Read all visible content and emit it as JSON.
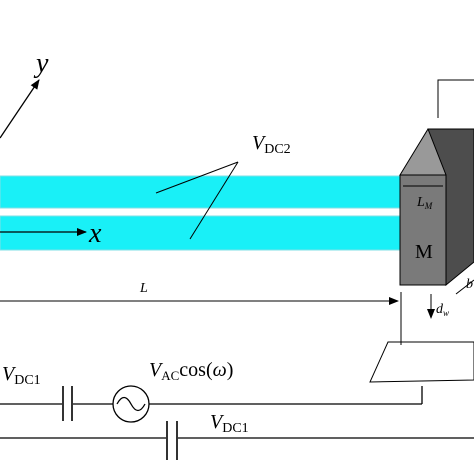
{
  "labels": {
    "y_axis": "y",
    "x_axis": "x",
    "vdc2_main": "V",
    "vdc2_sub": "DC2",
    "length": "L",
    "mass": "M",
    "lm_main": "L",
    "lm_sub": "M",
    "dw_main": "d",
    "dw_sub": "w",
    "b_label": "b",
    "vdc1_left_main": "V",
    "vdc1_left_sub": "DC1",
    "vac_main": "V",
    "vac_sub": "AC",
    "vac_func": "cos(",
    "vac_omega": "ω",
    "vac_close": ")",
    "vdc1_right_main": "V",
    "vdc1_right_sub": "DC1"
  },
  "colors": {
    "beam_fill": "#19f0f7",
    "mass_front": "#7a7a7a",
    "mass_side": "#4d4d4d",
    "mass_top": "#999999",
    "wire": "#000000"
  },
  "icons": {
    "source": "ac-source-icon",
    "capacitor": "capacitor-icon"
  }
}
